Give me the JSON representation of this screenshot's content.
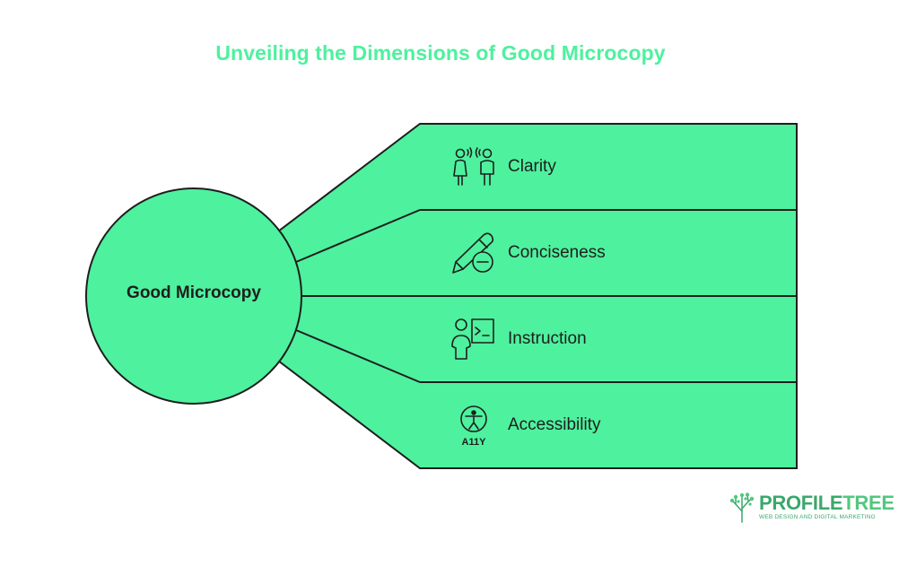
{
  "title": "Unveiling the Dimensions of Good Microcopy",
  "center": {
    "label": "Good Microcopy"
  },
  "items": [
    {
      "label": "Clarity",
      "icon": "people-talking-icon"
    },
    {
      "label": "Conciseness",
      "icon": "pencil-minus-icon"
    },
    {
      "label": "Instruction",
      "icon": "person-terminal-icon"
    },
    {
      "label": "Accessibility",
      "icon": "accessibility-a11y-icon"
    }
  ],
  "logo": {
    "brand_bold": "PROFILE",
    "brand_light": "TREE",
    "tagline": "WEB DESIGN AND DIGITAL MARKETING"
  },
  "colors": {
    "accent": "#4ef19e",
    "stroke": "#1e1e1e",
    "brand": "#3aa86b"
  }
}
